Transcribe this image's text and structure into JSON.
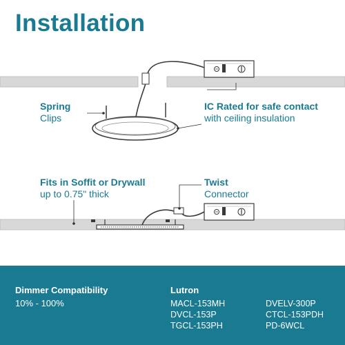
{
  "title": "Installation",
  "callouts": {
    "spring_clips": {
      "line1": "Spring",
      "line2": "Clips"
    },
    "ic_rated": {
      "line1": "IC Rated for safe contact",
      "line2": "with ceiling insulation"
    },
    "soffit": {
      "line1": "Fits in Soffit or Drywall",
      "line2": "up to 0.75\" thick"
    },
    "twist": {
      "line1": "Twist",
      "line2": "Connector"
    }
  },
  "dimmer": {
    "heading": "Dimmer Compatibility",
    "range": "10% - 100%",
    "brand": "Lutron",
    "models_col1": [
      "MACL-153MH",
      "DVCL-153P",
      "TGCL-153PH"
    ],
    "models_col2": [
      "DVELV-300P",
      "CTCL-153PDH",
      "PD-6WCL"
    ]
  },
  "colors": {
    "accent": "#1a7a92",
    "ceiling": "#d5d5d5",
    "line": "#4a4a4a"
  }
}
